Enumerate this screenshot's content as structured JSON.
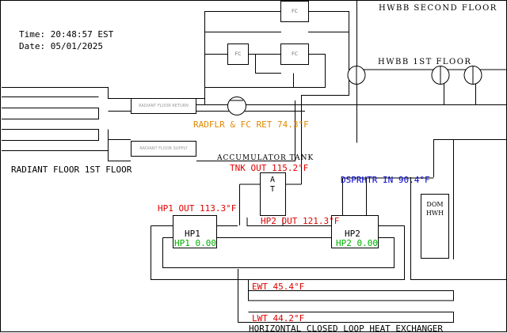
{
  "clock": {
    "time": "Time: 20:48:57 EST",
    "date": "Date: 05/01/2025"
  },
  "zones": {
    "second_floor": "HWBB SECOND FLOOR",
    "first_floor": "HWBB 1ST FLOOR",
    "radiant_floor": "RADIANT FLOOR 1ST FLOOR",
    "fc": "FC",
    "radiant_return_box": "RADIANT FLOOR RETURN",
    "radiant_supply_box": "RADIANT FLOOR SUPPLY"
  },
  "tank": {
    "title": "ACCUMULATOR TANK",
    "letter_a": "A",
    "letter_t": "T",
    "tnk_out": "TNK OUT 115.2°F"
  },
  "readings": {
    "radflr_ret": "RADFLR & FC RET 74.3°F",
    "hp1_out": "HP1 OUT 113.3°F",
    "hp2_out": "HP2 OUT 121.3°F",
    "dsprhtr_in": "DSPRHTR IN  90.4°F",
    "ewt": "EWT  45.4°F",
    "lwt": "LWT  44.2°F"
  },
  "heat_pumps": {
    "hp1": {
      "name": "HP1",
      "status": "HP1  0.00"
    },
    "hp2": {
      "name": "HP2",
      "status": "HP2  0.00"
    }
  },
  "dhw": {
    "line1": "DOM",
    "line2": "HWH"
  },
  "loop": {
    "title": "HORIZONTAL CLOSED LOOP HEAT EXCHANGER"
  },
  "colors": {
    "pipe": "#000000",
    "return_temp": "#e08a00",
    "hot_temp": "#e00000",
    "desuperheater": "#0000cc",
    "status": "#00b000",
    "faint_label": "#999999"
  },
  "icons": [
    "pump-icon",
    "baseboard-heater-icon"
  ]
}
